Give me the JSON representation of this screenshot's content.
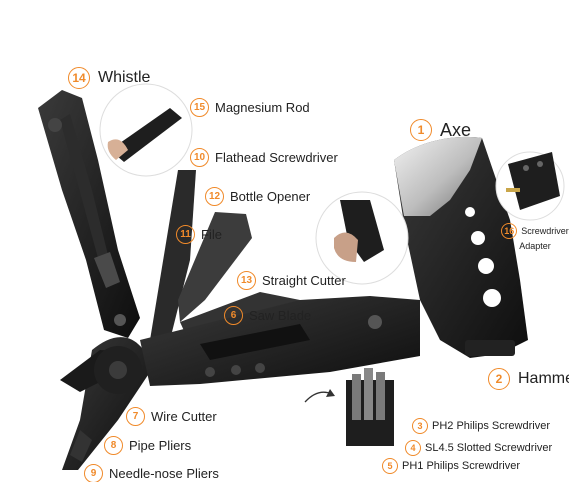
{
  "labels": {
    "axe": {
      "num": "1",
      "text": "Axe"
    },
    "hammer": {
      "num": "2",
      "text": "Hammer"
    },
    "ph2": {
      "num": "3",
      "text": "PH2 Philips Screwdriver"
    },
    "sl45": {
      "num": "4",
      "text": "SL4.5 Slotted Screwdriver"
    },
    "ph1": {
      "num": "5",
      "text": "PH1 Philips Screwdriver"
    },
    "saw": {
      "num": "6",
      "text": "Saw Blade"
    },
    "wire": {
      "num": "7",
      "text": "Wire Cutter"
    },
    "pipe": {
      "num": "8",
      "text": "Pipe Pliers"
    },
    "needle": {
      "num": "9",
      "text": "Needle-nose Pliers"
    },
    "flathead": {
      "num": "10",
      "text": "Flathead Screwdriver"
    },
    "file": {
      "num": "11",
      "text": "File"
    },
    "bottle": {
      "num": "12",
      "text": "Bottle Opener"
    },
    "straight": {
      "num": "13",
      "text": "Straight Cutter"
    },
    "whistle": {
      "num": "14",
      "text": "Whistle"
    },
    "magnesium": {
      "num": "15",
      "text": "Magnesium Rod"
    },
    "adapter": {
      "num": "16",
      "text_line1": "Screwdriver",
      "text_line2": "Adapter"
    }
  },
  "colors": {
    "accent": "#f08a2a",
    "tool": "#1c1c1c",
    "text": "#222222"
  }
}
